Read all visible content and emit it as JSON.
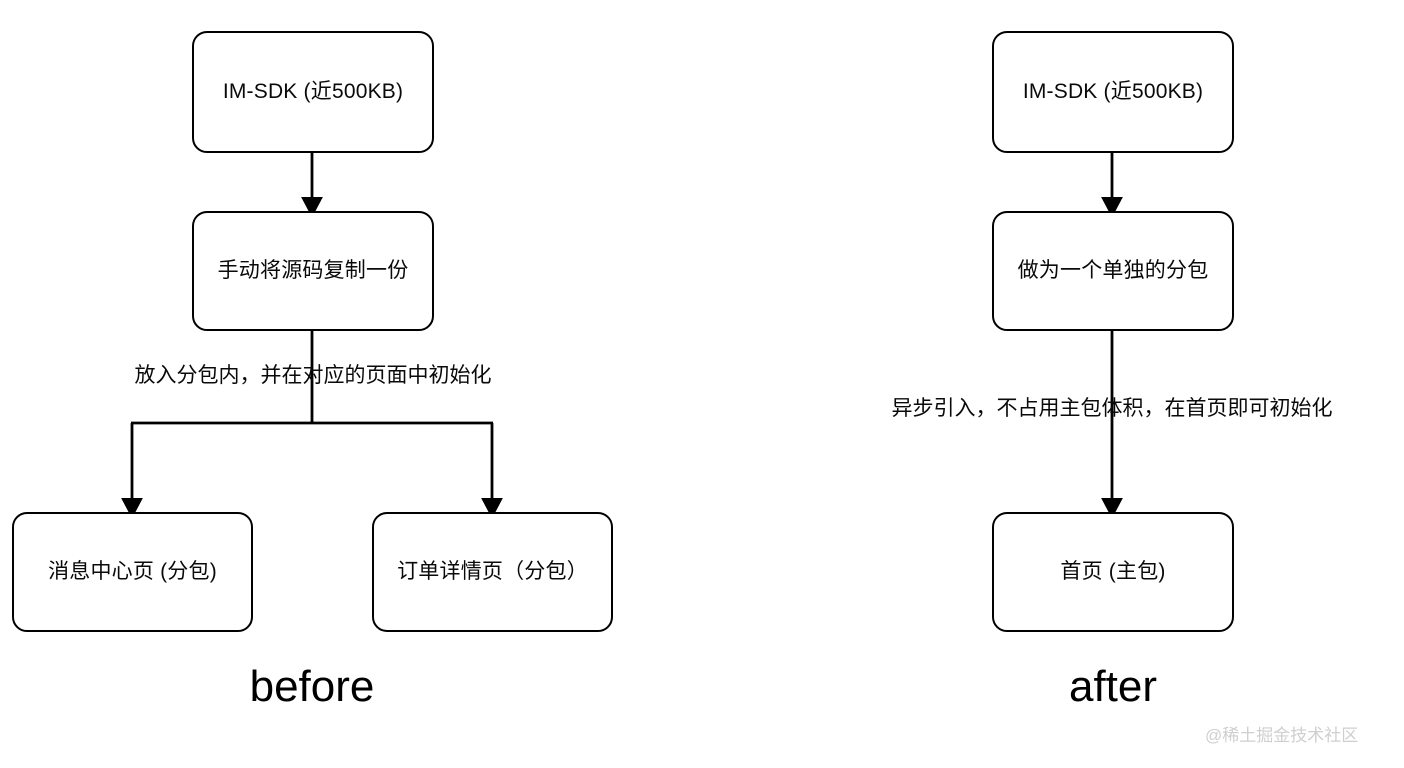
{
  "diagram": {
    "type": "flowchart",
    "background": "#ffffff",
    "stroke_color": "#000000",
    "text_color": "#0a0a0a",
    "panels": [
      {
        "id": "before",
        "caption": "before",
        "nodes": [
          {
            "id": "before-sdk",
            "label": "IM-SDK (近500KB)"
          },
          {
            "id": "before-copy",
            "label": "手动将源码复制一份"
          },
          {
            "id": "before-message",
            "label": "消息中心页 (分包)"
          },
          {
            "id": "before-order",
            "label": "订单详情页（分包）"
          }
        ],
        "edge_labels": [
          {
            "id": "before-edge-label",
            "text": "放入分包内，并在对应的页面中初始化"
          }
        ]
      },
      {
        "id": "after",
        "caption": "after",
        "nodes": [
          {
            "id": "after-sdk",
            "label": "IM-SDK (近500KB)"
          },
          {
            "id": "after-package",
            "label": "做为一个单独的分包"
          },
          {
            "id": "after-home",
            "label": "首页 (主包)"
          }
        ],
        "edge_labels": [
          {
            "id": "after-edge-label",
            "text": "异步引入，不占用主包体积，在首页即可初始化"
          }
        ]
      }
    ]
  },
  "watermark": {
    "text": "@稀土掘金技术社区",
    "color": "#cfcfcf"
  }
}
